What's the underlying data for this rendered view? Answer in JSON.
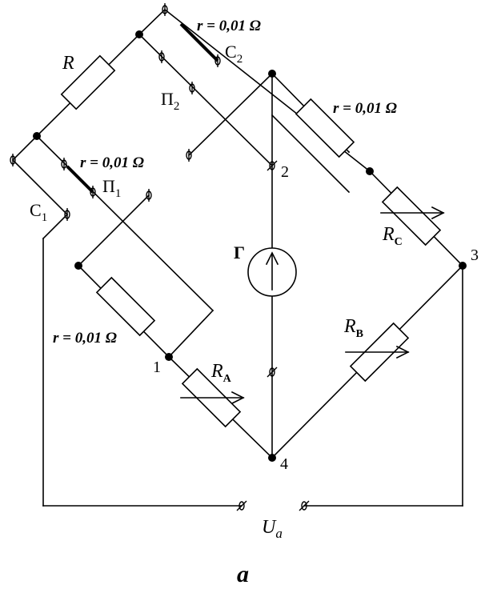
{
  "labels": {
    "r_top": "r = 0,01 Ω",
    "r_right": "r = 0,01 Ω",
    "r_left": "r = 0,01 Ω",
    "r_bottom": "r = 0,01 Ω",
    "R": "R",
    "C2": "C",
    "C2_sub": "2",
    "P2": "П",
    "P2_sub": "2",
    "C1": "C",
    "C1_sub": "1",
    "P1": "П",
    "P1_sub": "1",
    "node1": "1",
    "node2": "2",
    "node3": "3",
    "node4": "4",
    "RA": "R",
    "RA_sub": "A",
    "RB": "R",
    "RB_sub": "B",
    "RC": "R",
    "RC_sub": "C",
    "galvanometer": "Г",
    "Ua": "U",
    "Ua_sub": "a",
    "caption": "a"
  }
}
